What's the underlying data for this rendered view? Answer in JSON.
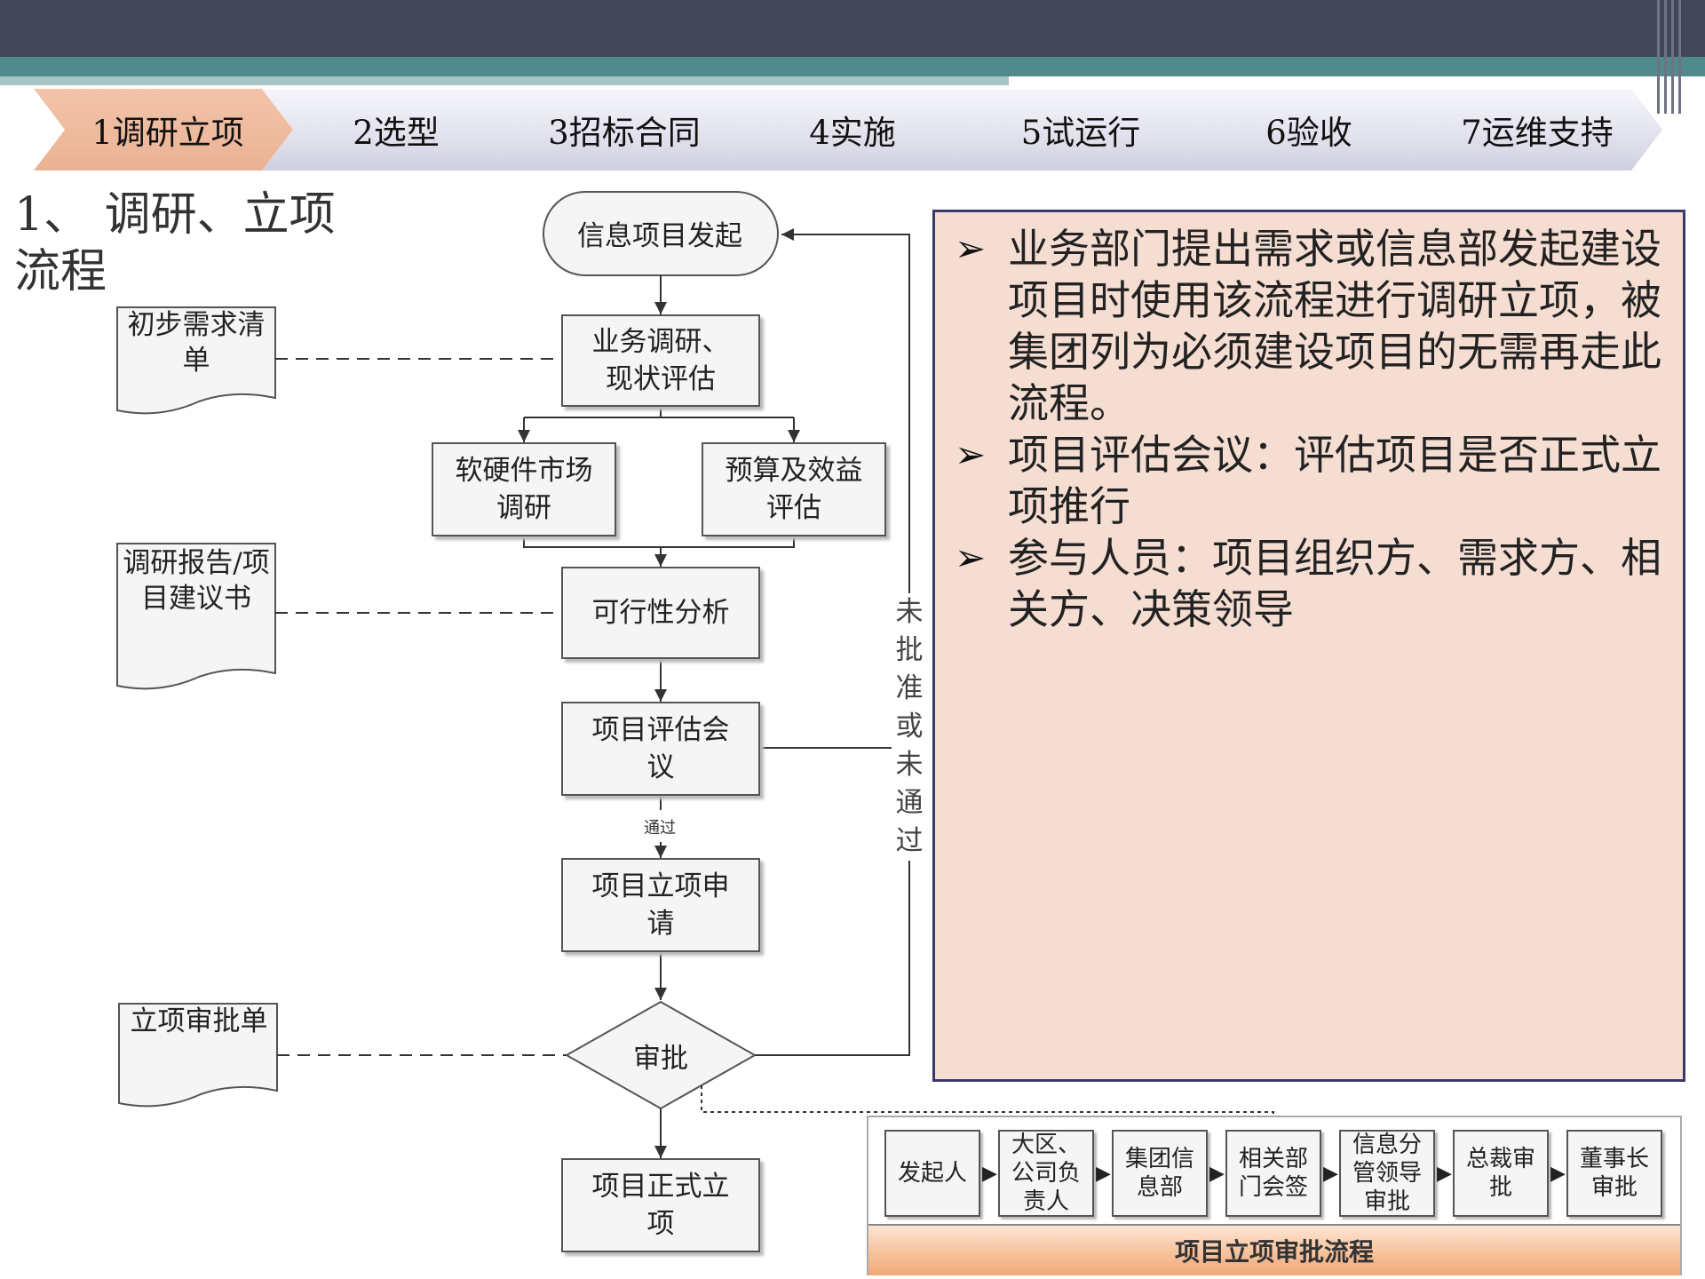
{
  "steps": [
    {
      "label": "1调研立项",
      "active": true
    },
    {
      "label": "2选型",
      "active": false
    },
    {
      "label": "3招标合同",
      "active": false
    },
    {
      "label": "4实施",
      "active": false
    },
    {
      "label": "5试运行",
      "active": false
    },
    {
      "label": "6验收",
      "active": false
    },
    {
      "label": "7运维支持",
      "active": false
    }
  ],
  "title": "1、 调研、立项流程",
  "flow": {
    "start": "信息项目发起",
    "research": "业务调研、现状评估",
    "market": "软硬件市场调研",
    "budget": "预算及效益评估",
    "feasibility": "可行性分析",
    "meeting": "项目评估会议",
    "apply": "项目立项申请",
    "approval": "审批",
    "final": "项目正式立项",
    "pass_label": "通过",
    "reject_label": "未批准或未通过"
  },
  "documents": {
    "req_list": "初步需求清单",
    "report": "调研报告/项目建议书",
    "approval_form": "立项审批单"
  },
  "notes": [
    "业务部门提出需求或信息部发起建设项目时使用该流程进行调研立项，被集团列为必须建设项目的无需再走此流程。",
    "项目评估会议：评估项目是否正式立项推行",
    "参与人员：项目组织方、需求方、相关方、决策领导"
  ],
  "approval_flow": {
    "title": "项目立项审批流程",
    "steps": [
      "发起人",
      "大区、公司负责人",
      "集团信息部",
      "相关部门会签",
      "信息分管领导审批",
      "总裁审批",
      "董事长审批"
    ]
  },
  "colors": {
    "header_dark": "#434558",
    "header_teal": "#4f8a8c",
    "active_step": "#eab294",
    "note_bg": "#f5ddd2",
    "note_border": "#3a3a6a"
  }
}
